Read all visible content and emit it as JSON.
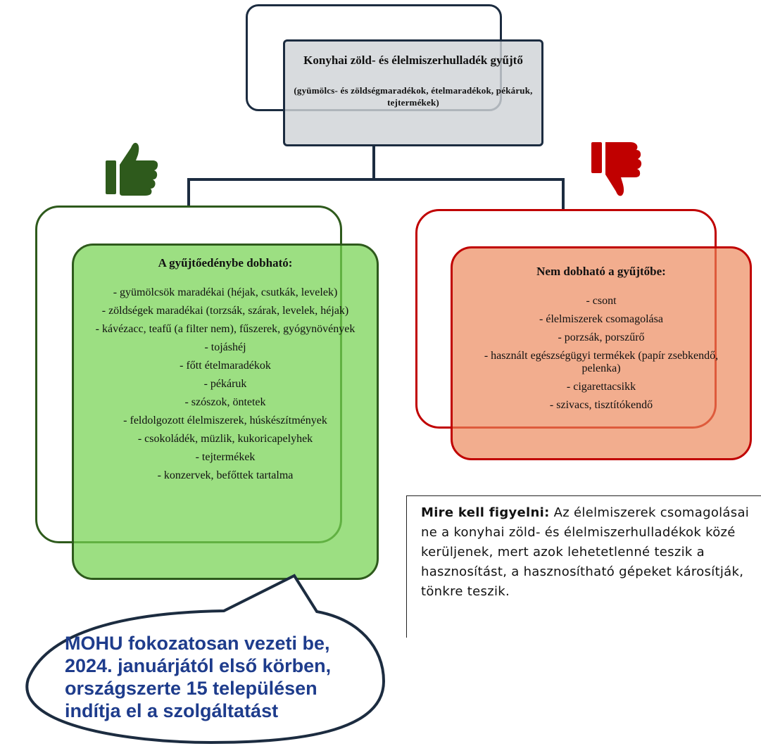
{
  "top": {
    "title": "Konyhai zöld- és élelmiszerhulladék gyűjtő",
    "subtitle": "(gyümölcs- és zöldségmaradékok, ételmaradékok, pékáruk, tejtermékek)"
  },
  "allowed": {
    "title": "A gyűjtőedénybe dobható:",
    "items": [
      "- gyümölcsök maradékai (héjak, csutkák, levelek)",
      "- zöldségek maradékai (torzsák, szárak, levelek, héjak)",
      "- kávézacc, teafű (a filter nem), fűszerek, gyógynövények",
      "- tojáshéj",
      "- főtt ételmaradékok",
      "- pékáruk",
      "- szószok, öntetek",
      "- feldolgozott élelmiszerek, húskészítmények",
      "- csokoládék, müzlik, kukoricapelyhek",
      "- tejtermékek",
      "- konzervek, befőttek tartalma"
    ]
  },
  "forbidden": {
    "title": "Nem dobható a gyűjtőbe:",
    "items": [
      "- csont",
      "- élelmiszerek csomagolása",
      "- porzsák, porszűrő",
      "- használt egészségügyi termékek (papír zsebkendő, pelenka)",
      "- cigarettacsikk",
      "- szivacs, tisztítókendő"
    ]
  },
  "note": {
    "label": "Mire kell figyelni:",
    "text": " Az élelmiszerek csomagolásai ne a konyhai zöld- és élelmiszerhulladékok közé kerüljenek, mert azok lehetetlenné teszik a hasznosítást, a hasznosítható gépeket károsítják, tönkre teszik."
  },
  "bubble": {
    "text": "MOHU fokozatosan vezeti be, 2024. januárjától első körben, országszerte 15 településen indítja el a szolgáltatást"
  },
  "icons": {
    "thumbs_up": "thumbs-up-icon",
    "thumbs_down": "thumbs-down-icon"
  },
  "colors": {
    "navy": "#1c2c40",
    "green_fill": "#76d352",
    "green_border": "#2e5a1c",
    "red_fill": "#ec8659",
    "red_border": "#c00000",
    "bubble_text": "#1e3c8c"
  }
}
